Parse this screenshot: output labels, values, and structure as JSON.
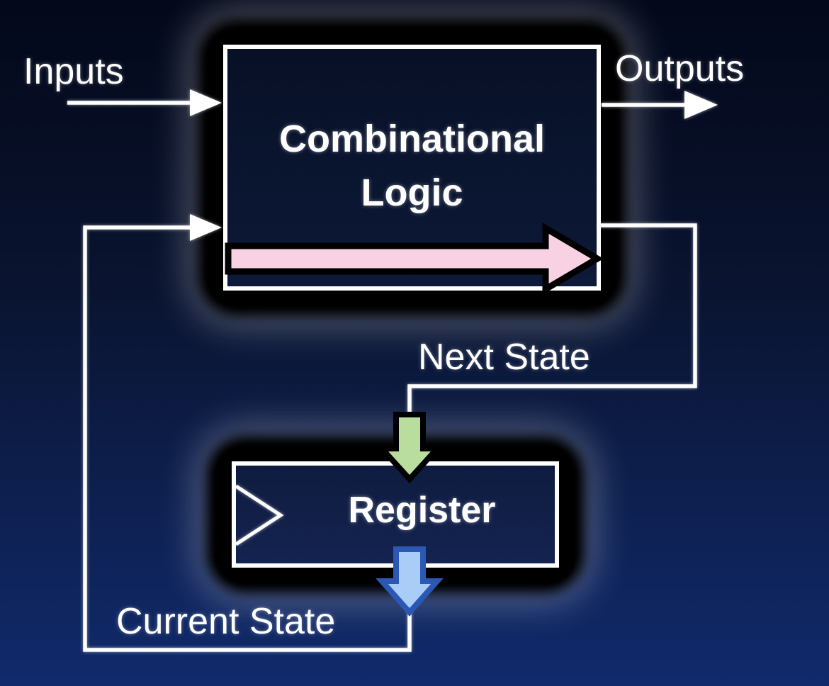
{
  "diagram": {
    "type": "finite-state-machine-block-diagram",
    "labels": {
      "inputs": "Inputs",
      "outputs": "Outputs",
      "next_state": "Next State",
      "current_state": "Current State"
    },
    "blocks": {
      "combinational_logic": {
        "title_line1": "Combinational",
        "title_line2": "Logic"
      },
      "register": {
        "title": "Register"
      }
    },
    "icons": {
      "register_clock_input": "clock-edge-triangle-icon"
    },
    "colors": {
      "background_top": "#03081a",
      "background_mid": "#0a1430",
      "background_bottom": "#102a6c",
      "box_fill_top": "#071026",
      "box_fill_bottom": "#0d1938",
      "border_and_wire": "#ffffff",
      "data_arrow_pink": "#f8d2e2",
      "next_state_arrow_green": "#b8dd9d",
      "current_state_arrow_blue_fill": "#aacdf8",
      "current_state_arrow_blue_outline": "#2b58b4",
      "arrow_outline_black": "#000000"
    }
  }
}
